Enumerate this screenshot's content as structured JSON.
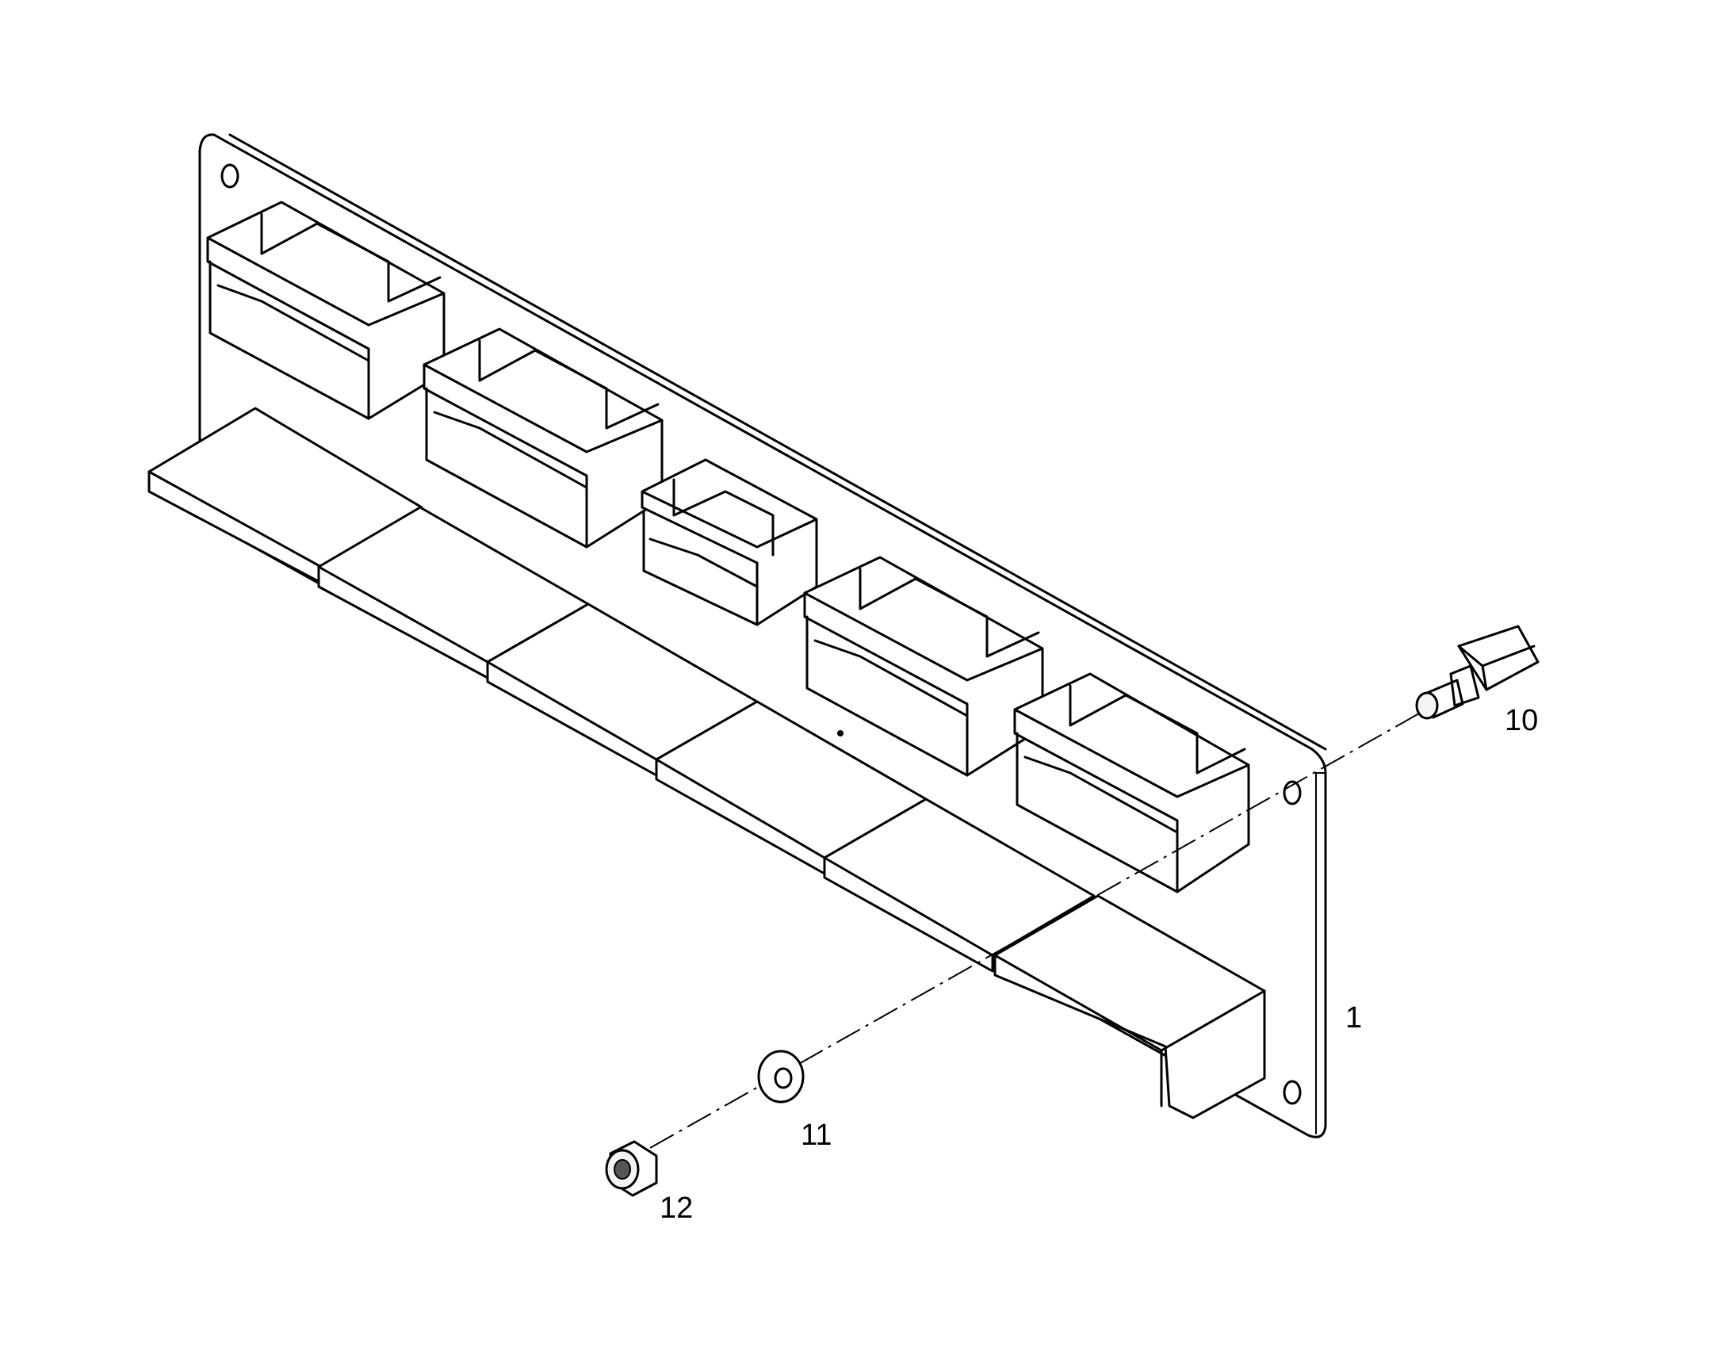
{
  "callouts": {
    "plate": "1",
    "stud": "10",
    "washer": "11",
    "nut": "12"
  },
  "colors": {
    "line": "#000000",
    "background": "#ffffff"
  }
}
